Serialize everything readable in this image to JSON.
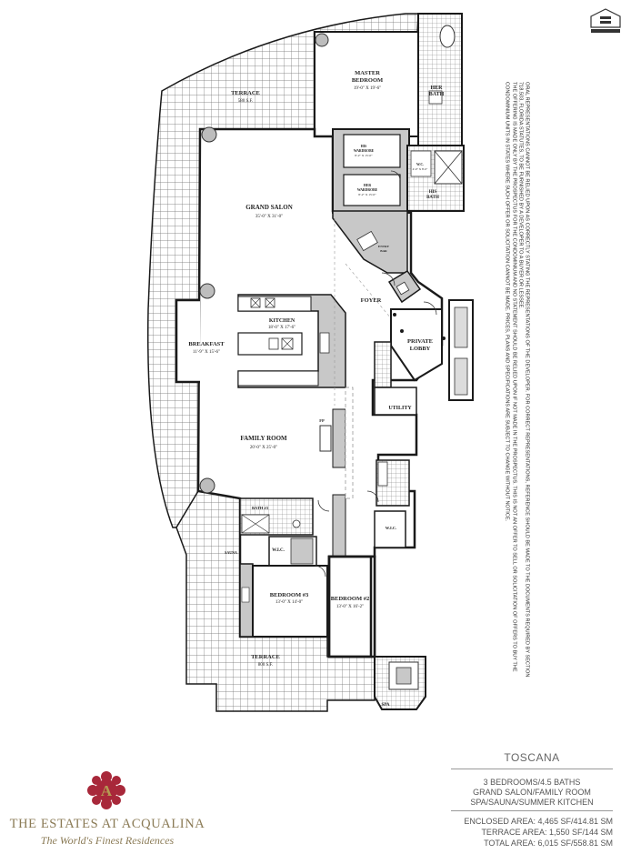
{
  "property": "TOSCANA",
  "features": [
    "3 BEDROOMS/4.5 BATHS",
    "GRAND SALON/FAMILY ROOM",
    "SPA/SAUNA/SUMMER KITCHEN"
  ],
  "areas": {
    "enclosed": "ENCLOSED AREA: 4,465 SF/414.81 SM",
    "terrace": "TERRACE AREA: 1,550 SF/144 SM",
    "total": "TOTAL AREA: 6,015 SF/558.81 SM"
  },
  "brand": {
    "name": "THE ESTATES AT ACQUALINA",
    "tagline": "The World's Finest Residences",
    "logo_letter": "A"
  },
  "disclaimer": [
    "ORAL REPRESENTATIONS CANNOT BE RELIED UPON AS CORRECTLY STATING THE REPRESENTATIONS OF THE DEVELOPER. FOR CORRECT REPRESENTATIONS, REFERENCE SHOULD BE MADE TO THE DOCUMENTS REQUIRED BY SECTION",
    "718.503, FLORIDA STATUTES, TO BE FURNISHED BY A DEVELOPER TO A BUYER OR LESSEE.",
    "THE OFFERING IS MADE ONLY BY THE PROSPECTUS FOR THE CONDOMINIUM AND NO STATEMENT SHOULD BE RELIED UPON IF NOT MADE IN THE PROSPECTUS. THIS IS NOT AN OFFER TO SELL OR SOLICITATION OF OFFERS TO BUY THE",
    "CONDOMINIUM UNITS IN STATES WHERE SUCH OFFER OR SOLICITATION CANNOT BE MADE. PRICES, PLANS AND SPECIFICATIONS ARE SUBJECT TO CHANGE WITHOUT NOTICE."
  ],
  "rooms": {
    "terrace_top": {
      "name": "TERRACE",
      "area": "580 S.F."
    },
    "master_bedroom": {
      "name": "MASTER",
      "name2": "BEDROOM",
      "dims": "19'-0\" X 19'-6\""
    },
    "her_bath": {
      "name": "HER",
      "name2": "BATH"
    },
    "his_wardrobe": {
      "name": "HIS",
      "name2": "WARDROBE",
      "dims": "8'-2\" X 15'-0\""
    },
    "her_wardrobe": {
      "name": "HER",
      "name2": "WARDROBE",
      "dims": "8'-2\" X 15'-0\""
    },
    "wc": {
      "name": "W.C.",
      "dims": "4'-0\" X 8'-0\""
    },
    "his_bath": {
      "name": "HIS",
      "name2": "BATH"
    },
    "grand_salon": {
      "name": "GRAND SALON",
      "dims": "35'-0\" X 31'-0\""
    },
    "entry": {
      "name": "ENTRY",
      "name2": "BAR"
    },
    "foyer": {
      "name": "FOYER"
    },
    "kitchen": {
      "name": "KITCHEN",
      "dims": "18'-0\" X 17'-6\""
    },
    "breakfast": {
      "name": "BREAKFAST",
      "dims": "11'-9\" X 15'-6\""
    },
    "private_lobby": {
      "name": "PRIVATE",
      "name2": "LOBBY"
    },
    "utility": {
      "name": "UTILITY"
    },
    "fp": {
      "name": "FP"
    },
    "family_room": {
      "name": "FAMILY ROOM",
      "dims": "20'-0\" X 25'-0\""
    },
    "bath3": {
      "name": "BATH #3"
    },
    "wic3": {
      "name": "W.I.C."
    },
    "sauna": {
      "name": "SAUNA"
    },
    "bedroom3": {
      "name": "BEDROOM #3",
      "dims": "13'-0\" X 14'-0\""
    },
    "bedroom2": {
      "name": "BEDROOM #2",
      "dims": "13'-0\" X 16'-2\""
    },
    "wic2": {
      "name": "W.I.C."
    },
    "terrace_bottom": {
      "name": "TERRACE",
      "area": "800 S.F."
    },
    "spa": {
      "name": "SPA"
    }
  },
  "colors": {
    "wall": "#1a1a1a",
    "grey_fill": "#c8c8c8",
    "grid": "#6e6e6e",
    "brand_red": "#a8283a",
    "brand_gold": "#b59a52",
    "text_grey": "#555555"
  }
}
